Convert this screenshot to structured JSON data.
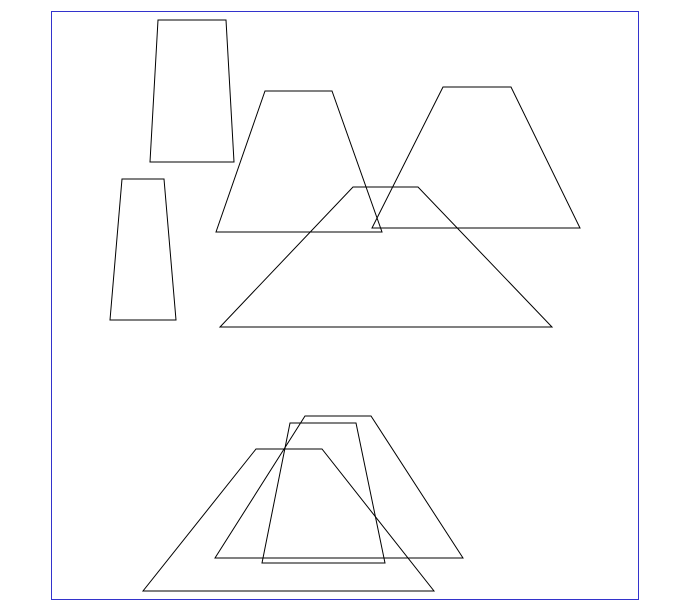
{
  "colors": {
    "background": "#ffffff",
    "frame_stroke": "#3333cc",
    "shape_stroke": "#000000"
  },
  "shapes": [
    {
      "name": "trapezoid-tall-top-left",
      "kind": "trapezoid"
    },
    {
      "name": "trapezoid-tall-left",
      "kind": "trapezoid"
    },
    {
      "name": "trapezoid-middle",
      "kind": "trapezoid"
    },
    {
      "name": "trapezoid-right",
      "kind": "trapezoid"
    },
    {
      "name": "trapezoid-wide-center",
      "kind": "trapezoid"
    },
    {
      "name": "trapezoid-bottom-right-overlap",
      "kind": "trapezoid"
    },
    {
      "name": "trapezoid-bottom-narrow",
      "kind": "trapezoid"
    },
    {
      "name": "trapezoid-bottom-wide-left",
      "kind": "trapezoid"
    }
  ]
}
